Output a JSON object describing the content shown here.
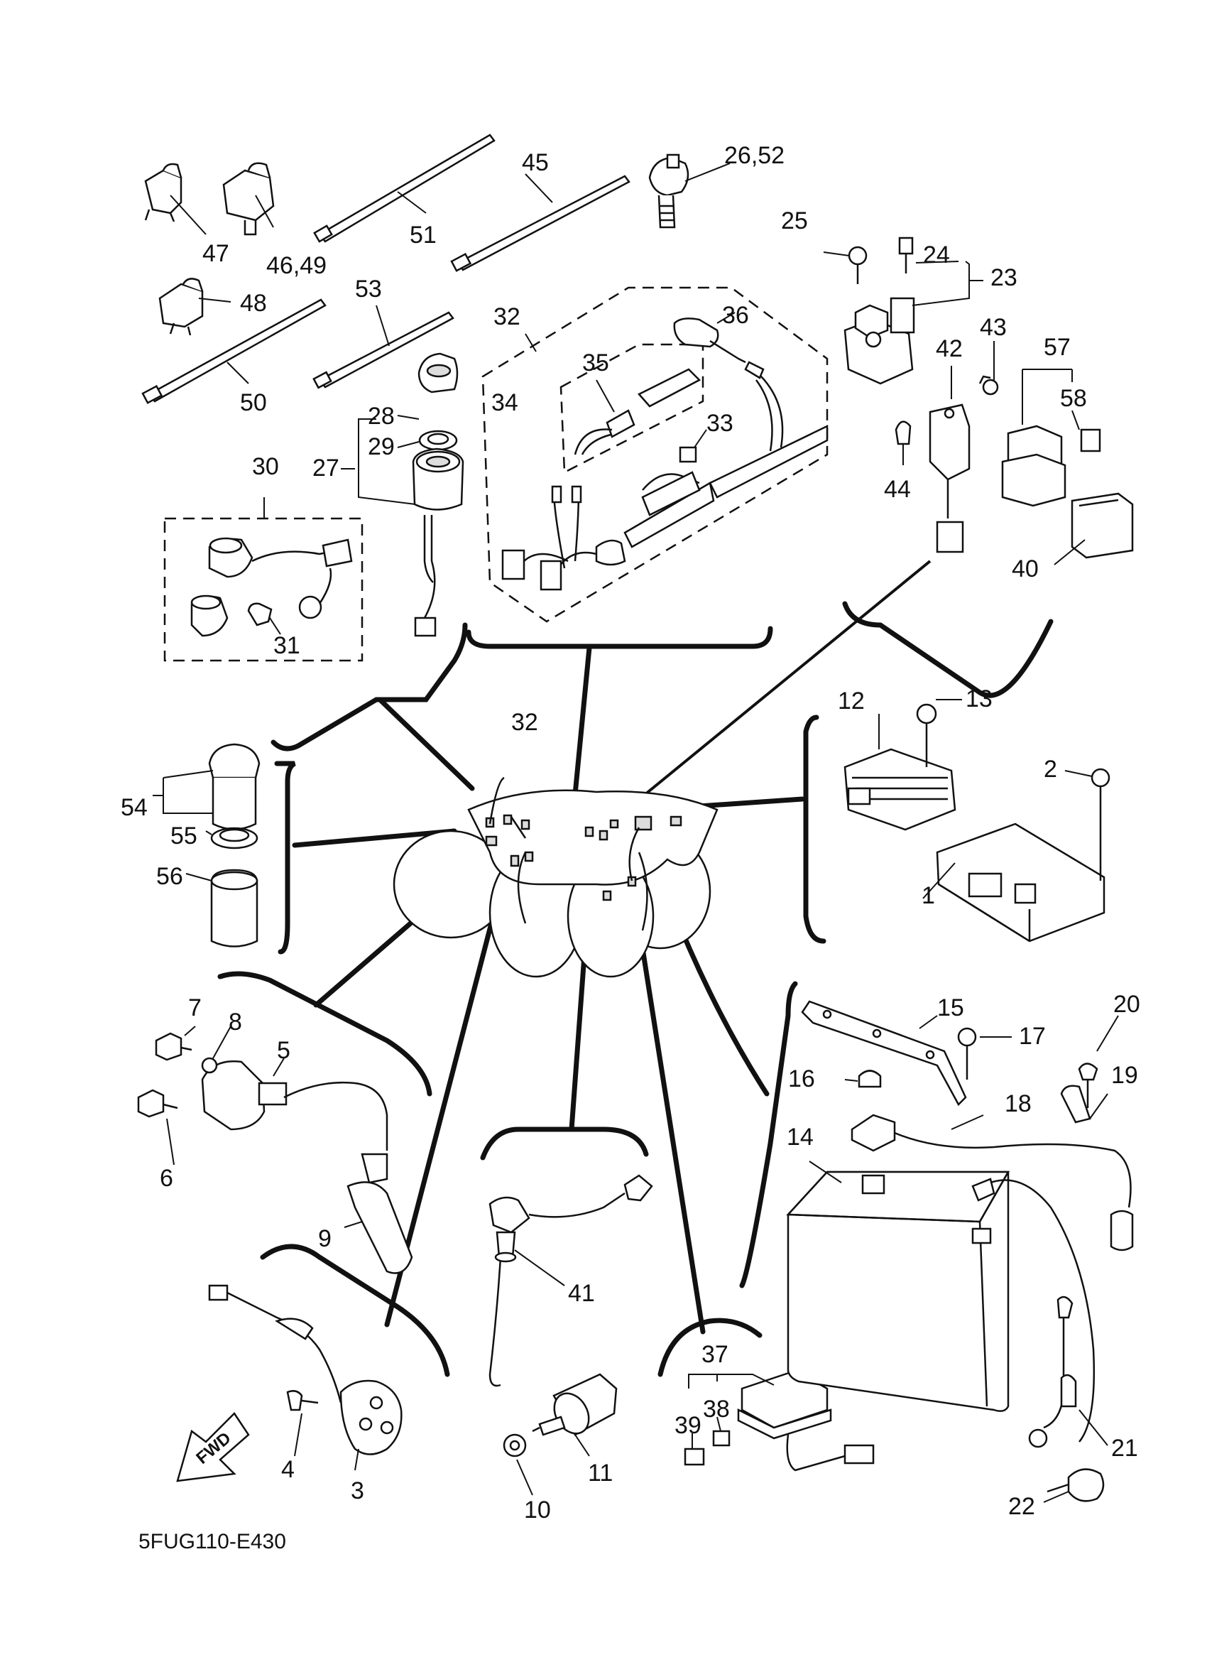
{
  "diagram_code": "5FUG110-E430",
  "direction_label": "FWD",
  "part_labels": {
    "p1": "1",
    "p2": "2",
    "p3": "3",
    "p4": "4",
    "p5": "5",
    "p6": "6",
    "p7": "7",
    "p8": "8",
    "p9": "9",
    "p10": "10",
    "p11": "11",
    "p12": "12",
    "p13": "13",
    "p14": "14",
    "p15": "15",
    "p16": "16",
    "p17": "17",
    "p18": "18",
    "p19": "19",
    "p20": "20",
    "p21": "21",
    "p22": "22",
    "p23": "23",
    "p24": "24",
    "p25": "25",
    "p26_52": "26,52",
    "p27": "27",
    "p28": "28",
    "p29": "29",
    "p30": "30",
    "p31": "31",
    "p32_top": "32",
    "p32_center": "32",
    "p33": "33",
    "p34": "34",
    "p35": "35",
    "p36": "36",
    "p37": "37",
    "p38": "38",
    "p39": "39",
    "p40": "40",
    "p41": "41",
    "p42": "42",
    "p43": "43",
    "p44": "44",
    "p45": "45",
    "p46_49": "46,49",
    "p47": "47",
    "p48": "48",
    "p50": "50",
    "p51": "51",
    "p53": "53",
    "p54": "54",
    "p55": "55",
    "p56": "56",
    "p57": "57",
    "p58": "58"
  }
}
